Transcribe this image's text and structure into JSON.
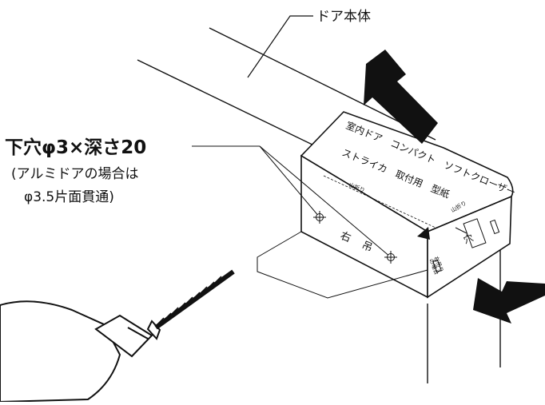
{
  "callouts": {
    "door_body": "ドア本体",
    "pilot_hole": "下穴φ3×深さ20",
    "aluminum_note_1": "(アルミドアの場合は",
    "aluminum_note_2": "φ3.5片面貫通)"
  },
  "template": {
    "title_line1": "室内ドア　コンパクト　ソフトクローザー",
    "title_line2": "ストライカ　取付用　型紙",
    "fold_line_top": "山折り",
    "fold_line_side": "山折り",
    "mark_right": "右",
    "mark_right_sub": "吊",
    "hole_label": "穴",
    "hinge_note_1": "右吊り",
    "hinge_note_2": "の場合"
  },
  "colors": {
    "ink": "#111111",
    "background": "#ffffff",
    "drill_fill": "#ffffff"
  }
}
